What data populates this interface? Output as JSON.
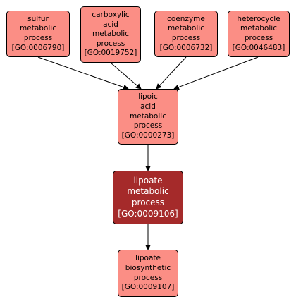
{
  "nodes": {
    "sulfur": {
      "label": "sulfur\nmetabolic\nprocess\n[GO:0006790]"
    },
    "carboxylic": {
      "label": "carboxylic\nacid\nmetabolic\nprocess\n[GO:0019752]"
    },
    "coenzyme": {
      "label": "coenzyme\nmetabolic\nprocess\n[GO:0006732]"
    },
    "heterocycle": {
      "label": "heterocycle\nmetabolic\nprocess\n[GO:0046483]"
    },
    "lipoic": {
      "label": "lipoic\nacid\nmetabolic\nprocess\n[GO:0000273]"
    },
    "lipoate_metabolic": {
      "label": "lipoate\nmetabolic\nprocess\n[GO:0009106]"
    },
    "lipoate_biosynthetic": {
      "label": "lipoate\nbiosynthetic\nprocess\n[GO:0009107]"
    }
  },
  "colors": {
    "node_fill": "#fb8e85",
    "focus_fill": "#a52a2a",
    "edge": "#000000"
  }
}
